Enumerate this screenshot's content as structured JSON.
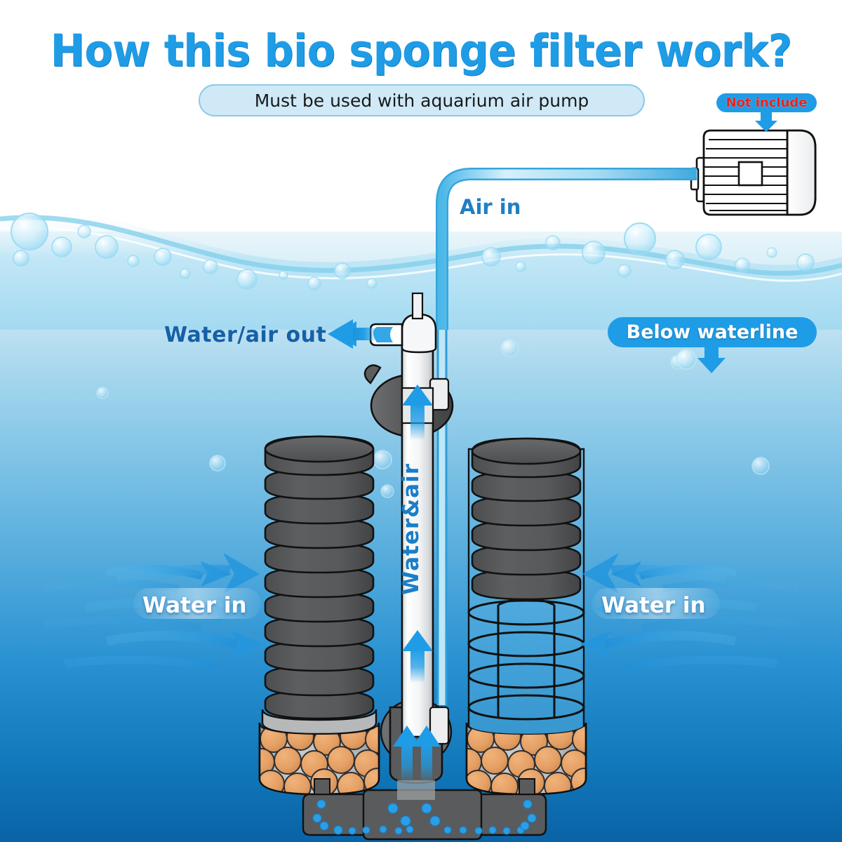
{
  "header": {
    "title": "How this bio sponge filter work?",
    "subtitle": "Must be used with aquarium air pump"
  },
  "badges": {
    "not_include": "Not include",
    "below_waterline": "Below waterline"
  },
  "labels": {
    "air_in": "Air in",
    "water_air_out": "Water/air out",
    "water_and_air": "Water&air",
    "water_in_left": "Water in",
    "water_in_right": "Water in"
  },
  "colors": {
    "title_blue": "#1f9ce6",
    "badge_blue": "#1f9ce6",
    "not_include_red": "#e8201b",
    "label_blue": "#1560a8",
    "sponge_gray": "#57585a",
    "bio_media_orange": "#e8a060",
    "pipe_white": "#f2f4f5",
    "air_tube_blue": "#9ddcf5",
    "base_gray": "#5a5b5d",
    "bubble_blue": "#2a9fe8",
    "water_top": "#e9f6fb",
    "water_bottom": "#0a63a6",
    "arrow_blue": "#1f9ce6"
  },
  "diagram": {
    "type": "aquarium-bio-sponge-filter-cutaway",
    "components": [
      "air-pump",
      "air-tube",
      "outlet-spout",
      "lift-tube",
      "top-cap",
      "sponge-column-left",
      "sponge-column-right",
      "wire-cage-frame",
      "bio-media-chamber-left",
      "bio-media-chamber-right",
      "base-plate",
      "bubble-outlets"
    ],
    "sponge_disc_count": 11,
    "waterline_label": "Below waterline"
  }
}
